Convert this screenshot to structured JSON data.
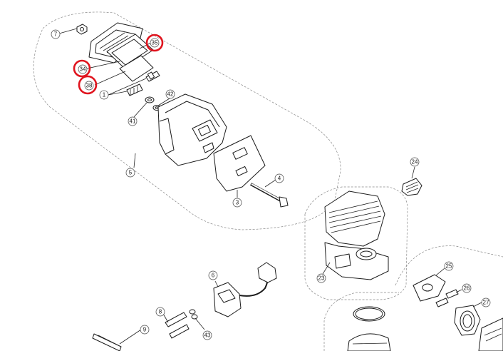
{
  "diagram": {
    "callouts": [
      "7",
      "35",
      "34",
      "38",
      "1",
      "42",
      "41",
      "5",
      "3",
      "4",
      "24",
      "23",
      "25",
      "26",
      "27",
      "6",
      "8",
      "43",
      "9"
    ],
    "highlighted": [
      "35",
      "34",
      "38"
    ],
    "colors": {
      "line": "#1a1a1a",
      "highlight": "#e0141e",
      "group_outline": "#888888",
      "background": "#ffffff"
    }
  }
}
